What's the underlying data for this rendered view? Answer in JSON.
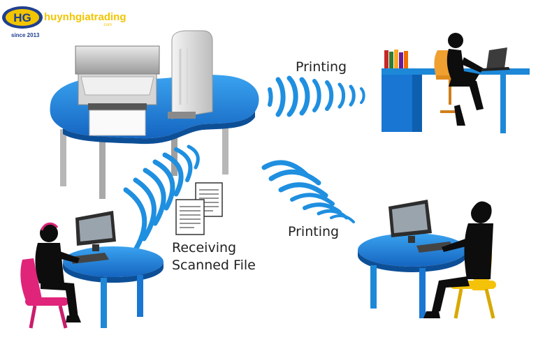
{
  "logo": {
    "monogram": "HG",
    "name": "huynhgiatrading",
    "domain_suffix": ".com",
    "since": "since 2013"
  },
  "labels": {
    "printing_top": "Printing",
    "printing_bottom": "Printing",
    "receiving_line1": "Receiving",
    "receiving_line2": "Scanned File"
  },
  "colors": {
    "desk_blue": "#1e88d8",
    "wave_blue": "#1f8fe0",
    "chair_pink": "#e0247a",
    "chair_yellow": "#f5c20a",
    "silhouette": "#0d0d0d",
    "logo_yellow": "#f2c500",
    "logo_navy": "#1f3f8f"
  },
  "icons": [
    "printer-icon",
    "wireless-router-icon",
    "computer-monitor-icon",
    "scanned-document-icon",
    "wifi-wave-icon"
  ]
}
